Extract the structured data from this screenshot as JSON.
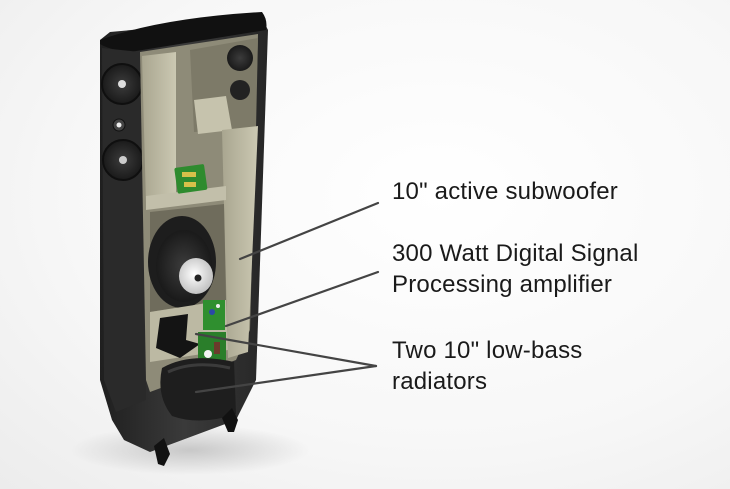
{
  "figure": {
    "subject": "Loudspeaker cutaway illustration",
    "colors": {
      "background": "#f7f7f7",
      "cabinet": "#2c2c2c",
      "interior_panel": "#b9b6a0",
      "leader_line": "#444444",
      "label_text": "#1a1a1a",
      "circuit_board": "#2e8b2e"
    }
  },
  "callouts": [
    {
      "id": "subwoofer",
      "lines": [
        "10\" active subwoofer"
      ]
    },
    {
      "id": "amplifier",
      "lines": [
        "300 Watt Digital Signal",
        "Processing amplifier"
      ]
    },
    {
      "id": "radiators",
      "lines": [
        "Two 10\" low-bass",
        "radiators"
      ]
    }
  ]
}
